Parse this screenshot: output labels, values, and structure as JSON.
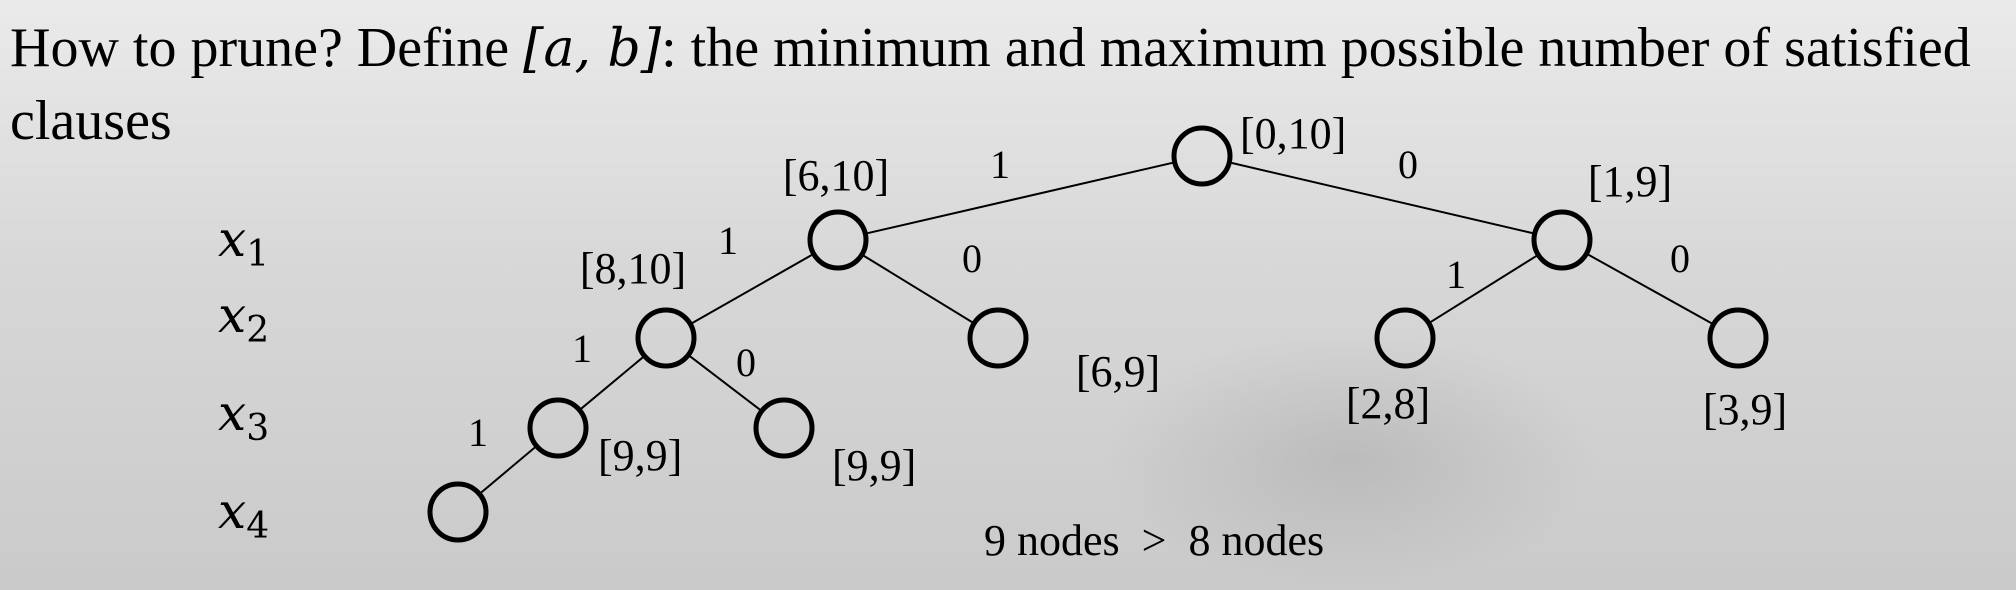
{
  "headline": {
    "lead": "How to prune? Define ",
    "interval": "[a, b]",
    "rest": ": the minimum and maximum possible number of satisfied clauses"
  },
  "variables": [
    {
      "base": "x",
      "sub": "1"
    },
    {
      "base": "x",
      "sub": "2"
    },
    {
      "base": "x",
      "sub": "3"
    },
    {
      "base": "x",
      "sub": "4"
    }
  ],
  "tree": {
    "nodes": [
      {
        "id": "root",
        "bound": "[0,10]"
      },
      {
        "id": "n1",
        "bound": "[6,10]"
      },
      {
        "id": "n0",
        "bound": "[1,9]"
      },
      {
        "id": "n11",
        "bound": "[8,10]"
      },
      {
        "id": "n10",
        "bound": "[6,9]"
      },
      {
        "id": "n01",
        "bound": "[2,8]"
      },
      {
        "id": "n00",
        "bound": "[3,9]"
      },
      {
        "id": "n111",
        "bound": "[9,9]"
      },
      {
        "id": "n110",
        "bound": "[9,9]"
      },
      {
        "id": "n1111",
        "bound": ""
      }
    ],
    "edges": [
      {
        "from": "root",
        "to": "n1",
        "label": "1"
      },
      {
        "from": "root",
        "to": "n0",
        "label": "0"
      },
      {
        "from": "n1",
        "to": "n11",
        "label": "1"
      },
      {
        "from": "n1",
        "to": "n10",
        "label": "0"
      },
      {
        "from": "n0",
        "to": "n01",
        "label": "1"
      },
      {
        "from": "n0",
        "to": "n00",
        "label": "0"
      },
      {
        "from": "n11",
        "to": "n111",
        "label": "1"
      },
      {
        "from": "n11",
        "to": "n110",
        "label": "0"
      },
      {
        "from": "n111",
        "to": "n1111",
        "label": "1"
      }
    ]
  },
  "footer": "9 nodes  >  8 nodes"
}
